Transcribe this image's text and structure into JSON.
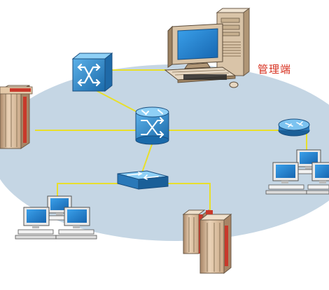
{
  "diagram": {
    "title": "",
    "labels": {
      "management_station": "管理端"
    },
    "colors": {
      "ellipse_fill": "#c5d6e4",
      "link": "#e8df2c",
      "device_blue": "#2f86c8",
      "label_red": "#d7301f",
      "server_beige": "#ead2b6",
      "server_red": "#c8392b",
      "monitor_blue": "#1f86d6"
    },
    "nodes": [
      {
        "id": "backbone-switch",
        "type": "network-switch",
        "icon": "switch-icon"
      },
      {
        "id": "core-router",
        "type": "router",
        "icon": "router-icon"
      },
      {
        "id": "management-workstation",
        "type": "workstation",
        "icon": "workstation-icon"
      },
      {
        "id": "left-server",
        "type": "server-rack",
        "icon": "server-rack-icon"
      },
      {
        "id": "access-hub",
        "type": "hub",
        "icon": "hub-icon"
      },
      {
        "id": "right-router",
        "type": "router",
        "icon": "router-icon"
      },
      {
        "id": "left-client-group",
        "type": "client-group",
        "icon": "pc-group-icon"
      },
      {
        "id": "bottom-server",
        "type": "server-rack",
        "icon": "server-rack-icon"
      },
      {
        "id": "right-client-group",
        "type": "client-group",
        "icon": "pc-group-icon"
      }
    ],
    "links": [
      [
        "backbone-switch",
        "management-workstation"
      ],
      [
        "backbone-switch",
        "core-router"
      ],
      [
        "left-server",
        "core-router"
      ],
      [
        "core-router",
        "right-router"
      ],
      [
        "core-router",
        "access-hub"
      ],
      [
        "access-hub",
        "left-client-group"
      ],
      [
        "access-hub",
        "bottom-server"
      ],
      [
        "right-router",
        "right-client-group"
      ]
    ]
  }
}
